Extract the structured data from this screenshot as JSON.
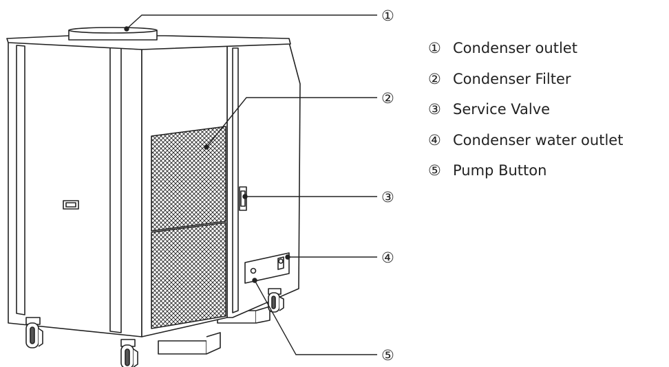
{
  "callouts": [
    {
      "num": "①",
      "label": "Condenser outlet"
    },
    {
      "num": "②",
      "label": "Condenser Filter"
    },
    {
      "num": "③",
      "label": "Service Valve"
    },
    {
      "num": "④",
      "label": "Condenser water outlet"
    },
    {
      "num": "⑤",
      "label": "Pump Button"
    }
  ],
  "colors": {
    "line": "#222222",
    "fill": "#ffffff"
  }
}
